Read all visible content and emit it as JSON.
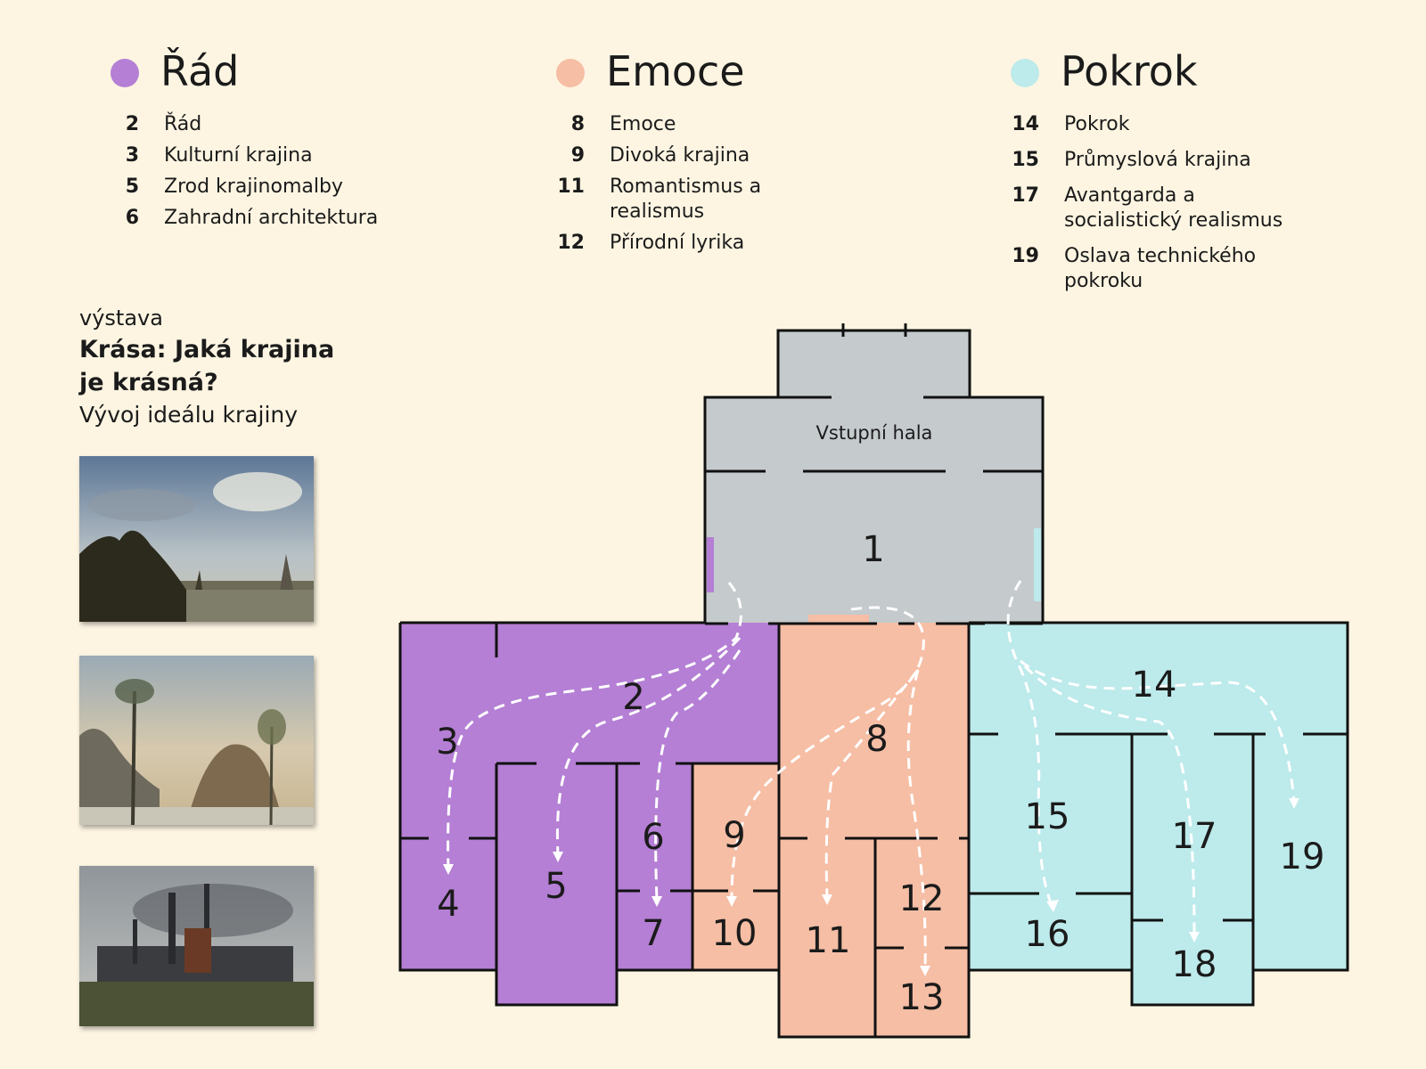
{
  "colors": {
    "background": "#fdf5e2",
    "rad": "#b57fd5",
    "emoce": "#f6bea5",
    "pokrok": "#bdeaeb",
    "hall": "#c5cacd"
  },
  "legend": [
    {
      "title": "Řád",
      "items": [
        {
          "num": "2",
          "label": "Řád"
        },
        {
          "num": "3",
          "label": "Kulturní krajina"
        },
        {
          "num": "5",
          "label": "Zrod krajinomalby"
        },
        {
          "num": "6",
          "label": "Zahradní architektura"
        }
      ]
    },
    {
      "title": "Emoce",
      "items": [
        {
          "num": "8",
          "label": "Emoce"
        },
        {
          "num": "9",
          "label": "Divoká krajina"
        },
        {
          "num": "11",
          "label": "Romantismus a realismus"
        },
        {
          "num": "12",
          "label": "Přírodní lyrika"
        }
      ]
    },
    {
      "title": "Pokrok",
      "items": [
        {
          "num": "14",
          "label": "Pokrok"
        },
        {
          "num": "15",
          "label": "Průmyslová krajina"
        },
        {
          "num": "17",
          "label": "Avantgarda a socialistický realismus"
        },
        {
          "num": "19",
          "label": "Oslava technického pokroku"
        }
      ]
    }
  ],
  "exhibition": {
    "kicker": "výstava",
    "title_line1": "Krása: Jaká krajina",
    "title_line2": "je krásná?",
    "subtitle": "Vývoj ideálu krajiny"
  },
  "images": [
    {
      "name": "landscape-river-painting"
    },
    {
      "name": "landscape-rocky-painting"
    },
    {
      "name": "industrial-landscape-painting"
    }
  ],
  "plan": {
    "entrance_label": "Vstupní hala",
    "rooms": [
      "1",
      "2",
      "3",
      "4",
      "5",
      "6",
      "7",
      "8",
      "9",
      "10",
      "11",
      "12",
      "13",
      "14",
      "15",
      "16",
      "17",
      "18",
      "19"
    ]
  }
}
